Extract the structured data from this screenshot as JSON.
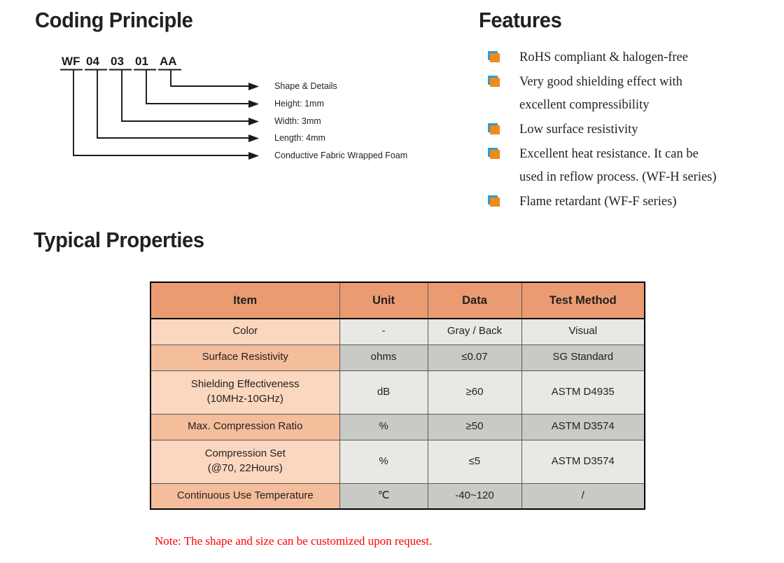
{
  "sections": {
    "coding": {
      "heading": "Coding Principle"
    },
    "features": {
      "heading": "Features"
    },
    "properties": {
      "heading": "Typical Properties"
    }
  },
  "coding": {
    "code_segments": [
      {
        "text": "WF"
      },
      {
        "text": "04"
      },
      {
        "text": "03"
      },
      {
        "text": "01"
      },
      {
        "text": "AA"
      }
    ],
    "callouts": [
      {
        "label": "Shape & Details"
      },
      {
        "label": "Height: 1mm"
      },
      {
        "label": "Width: 3mm"
      },
      {
        "label": "Length: 4mm"
      },
      {
        "label": "Conductive Fabric Wrapped Foam"
      }
    ]
  },
  "features": {
    "bullet_color": "#f18a17",
    "bullet_shadow_color": "#2e9bd6",
    "items": [
      "RoHS compliant & halogen-free",
      "Very good shielding effect with\nexcellent compressibility",
      "Low surface resistivity",
      "Excellent heat resistance. It can be\nused in reflow process. (WF-H series)",
      "Flame retardant (WF-F series)"
    ]
  },
  "table": {
    "header_color": "#eb9b71",
    "columns": [
      "Item",
      "Unit",
      "Data",
      "Test Method"
    ],
    "rows": [
      {
        "shade": "light",
        "height": "h1",
        "item": "Color",
        "unit": "-",
        "data": "Gray / Back",
        "method": "Visual"
      },
      {
        "shade": "medium",
        "height": "h1",
        "item": "Surface Resistivity",
        "unit": "ohms",
        "data": "≤0.07",
        "method": "SG Standard"
      },
      {
        "shade": "light",
        "height": "h2",
        "item": "Shielding Effectiveness\n(10MHz-10GHz)",
        "unit": "dB",
        "data": "≥60",
        "method": "ASTM D4935"
      },
      {
        "shade": "medium",
        "height": "h1",
        "item": "Max. Compression Ratio",
        "unit": "%",
        "data": "≥50",
        "method": "ASTM D3574"
      },
      {
        "shade": "light",
        "height": "h2",
        "item": "Compression Set\n(@70, 22Hours)",
        "unit": "%",
        "data": "≤5",
        "method": "ASTM D3574"
      },
      {
        "shade": "medium",
        "height": "h1",
        "item": "Continuous Use Temperature",
        "unit": "℃",
        "data": "-40~120",
        "method": "/"
      }
    ],
    "note": "Note: The shape and size can be customized upon request.",
    "note_color": "#ff0000"
  }
}
